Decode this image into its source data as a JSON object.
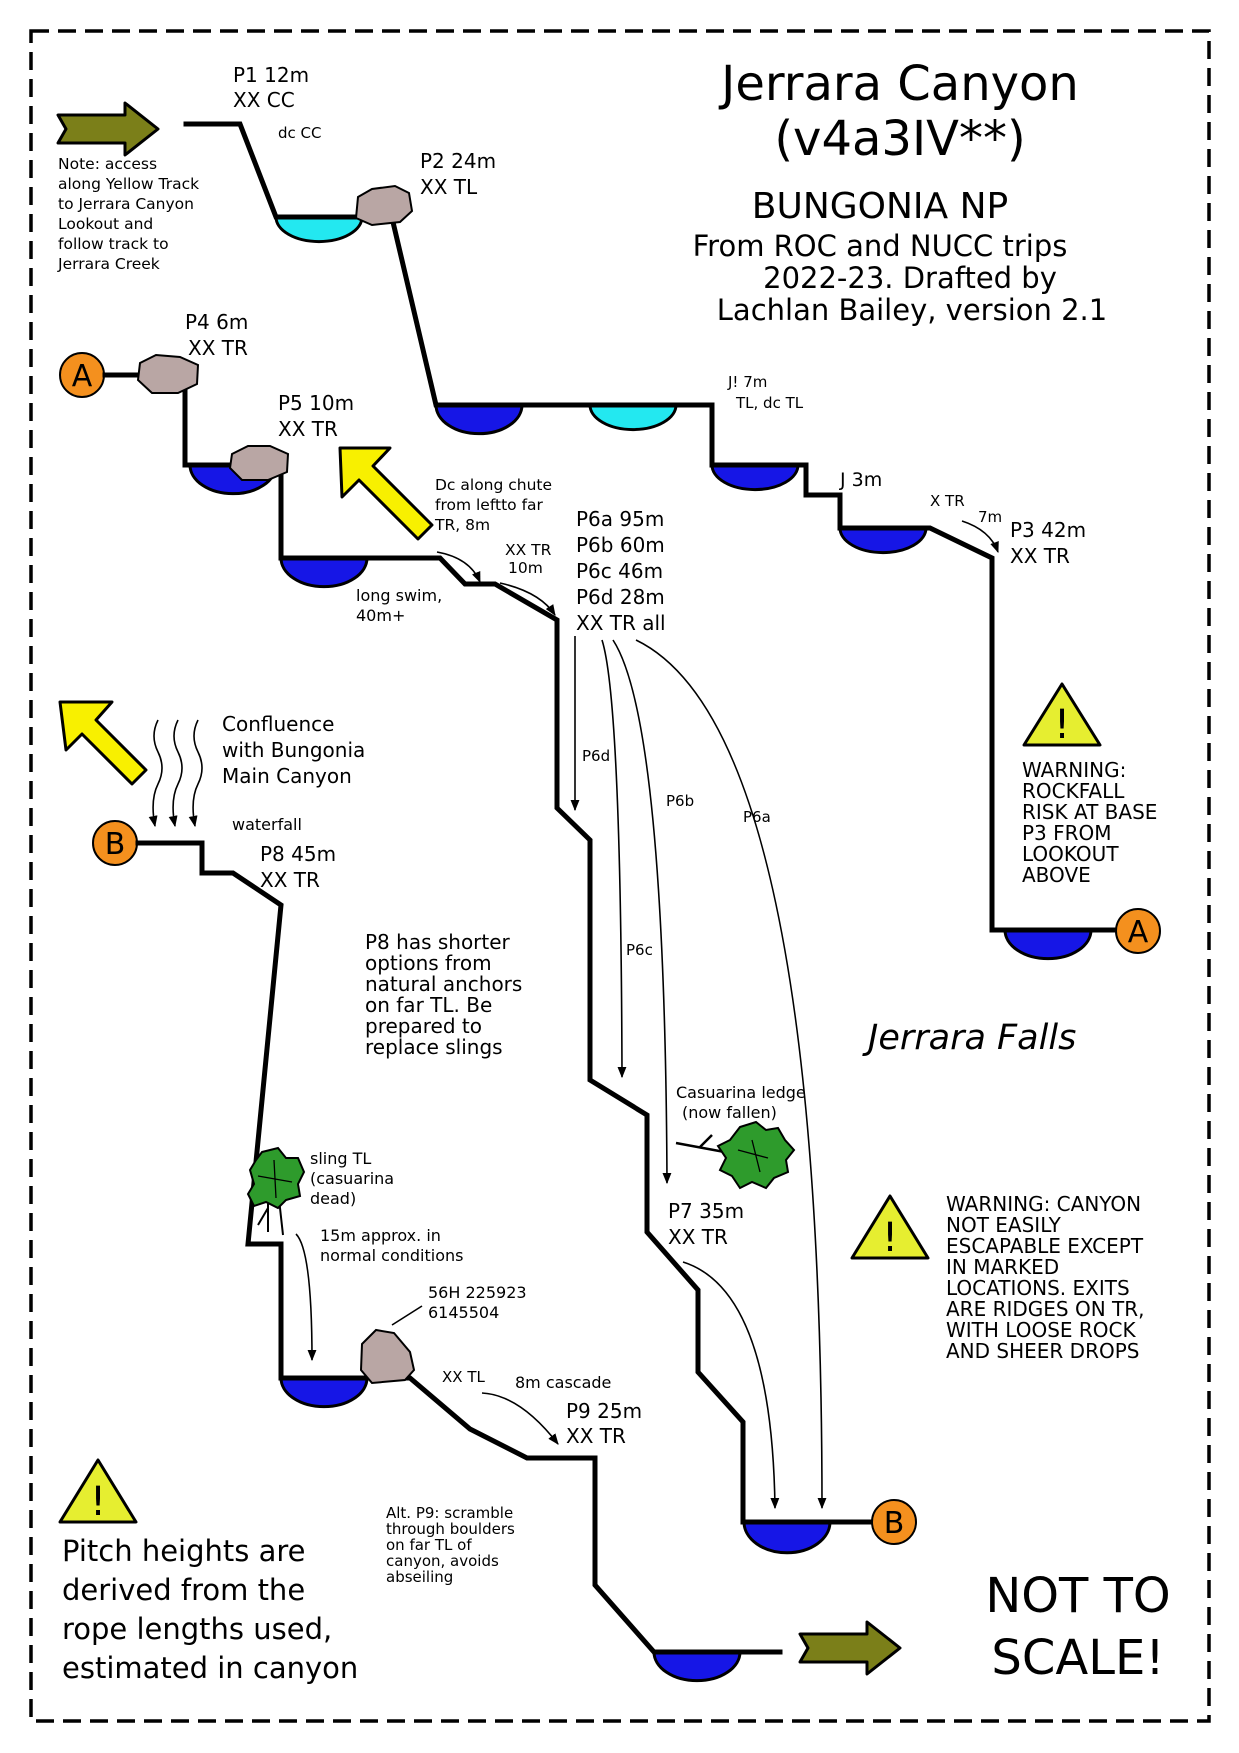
{
  "colors": {
    "wall": "#000000",
    "pool_deep": "#1616e6",
    "pool_shallow": "#23e8f0",
    "rock": "#b9a6a4",
    "warning": "#e6ee30",
    "arrow_entry": "#7b7f19",
    "arrow_exit_route": "#f8f000",
    "node": "#f4901e",
    "tree": "#2e9b2c"
  },
  "title": {
    "line1": "Jerrara Canyon",
    "line2": "(v4a3IV**)",
    "park": "BUNGONIA NP",
    "credit1": "From ROC and NUCC trips",
    "credit2": "2022-23. Drafted by",
    "credit3": "Lachlan Bailey, version 2.1"
  },
  "access_note": [
    "Note: access",
    "along Yellow Track",
    "to Jerrara Canyon",
    "Lookout and",
    "follow track to",
    "Jerrara Creek"
  ],
  "pitches": {
    "p1": {
      "name": "P1 12m",
      "anchor": "XX CC",
      "note": "dc CC"
    },
    "p2": {
      "name": "P2 24m",
      "anchor": "XX TL"
    },
    "j7": {
      "name": "J! 7m",
      "note": "TL, dc TL"
    },
    "j3": {
      "name": "J 3m"
    },
    "p3": {
      "name": "P3 42m",
      "anchor": "XX TR",
      "xtr": "X TR",
      "xtr_len": "7m"
    },
    "p4": {
      "name": "P4 6m",
      "anchor": "XX TR"
    },
    "p5": {
      "name": "P5 10m",
      "anchor": "XX TR"
    },
    "p6": {
      "a": "P6a 95m",
      "b": "P6b 60m",
      "c": "P6c 46m",
      "d": "P6d 28m",
      "anchor": "XX TR all"
    },
    "p6_labels": {
      "a": "P6a",
      "b": "P6b",
      "c": "P6c",
      "d": "P6d"
    },
    "p7": {
      "name": "P7 35m",
      "anchor": "XX TR"
    },
    "p8": {
      "name": "P8 45m",
      "anchor": "XX TR"
    },
    "p9": {
      "name": "P9 25m",
      "anchor": "XX TR",
      "xxtl": "XX TL",
      "cascade": "8m cascade"
    }
  },
  "notes": {
    "chute": [
      "Dc along chute",
      "from leftto far",
      "TR, 8m"
    ],
    "xxtr10": [
      "XX TR",
      "10m"
    ],
    "swim": [
      "long swim,",
      "40m+"
    ],
    "confluence": [
      "Confluence",
      "with Bungonia",
      "Main Canyon"
    ],
    "waterfall": "waterfall",
    "p8_options": [
      "P8 has shorter",
      "options from",
      "natural anchors",
      "on far TL. Be",
      "prepared to",
      "replace slings"
    ],
    "falls": "Jerrara Falls",
    "casuarina": [
      "Casuarina ledge",
      "(now fallen)"
    ],
    "sling": [
      "sling TL",
      "(casuarina",
      "dead)"
    ],
    "approx": [
      "15m approx. in",
      "normal conditions"
    ],
    "grid": [
      "56H 225923",
      "6145504"
    ],
    "alt_p9": [
      "Alt. P9: scramble",
      "through boulders",
      "on far TL of",
      "canyon, avoids",
      "abseiling"
    ]
  },
  "warnings": {
    "rockfall": [
      "WARNING:",
      "ROCKFALL",
      "RISK AT BASE",
      "P3 FROM",
      "LOOKOUT",
      "ABOVE"
    ],
    "escape": [
      "WARNING: CANYON",
      "NOT EASILY",
      "ESCAPABLE EXCEPT",
      "IN MARKED",
      "LOCATIONS. EXITS",
      "ARE RIDGES ON TR,",
      "WITH LOOSE ROCK",
      "AND SHEER DROPS"
    ],
    "heights": [
      "Pitch heights are",
      "derived from the",
      "rope lengths used,",
      "estimated in canyon"
    ],
    "symbol": "!"
  },
  "scale": [
    "NOT TO",
    "SCALE!"
  ],
  "connectors": {
    "a": "A",
    "b": "B"
  }
}
